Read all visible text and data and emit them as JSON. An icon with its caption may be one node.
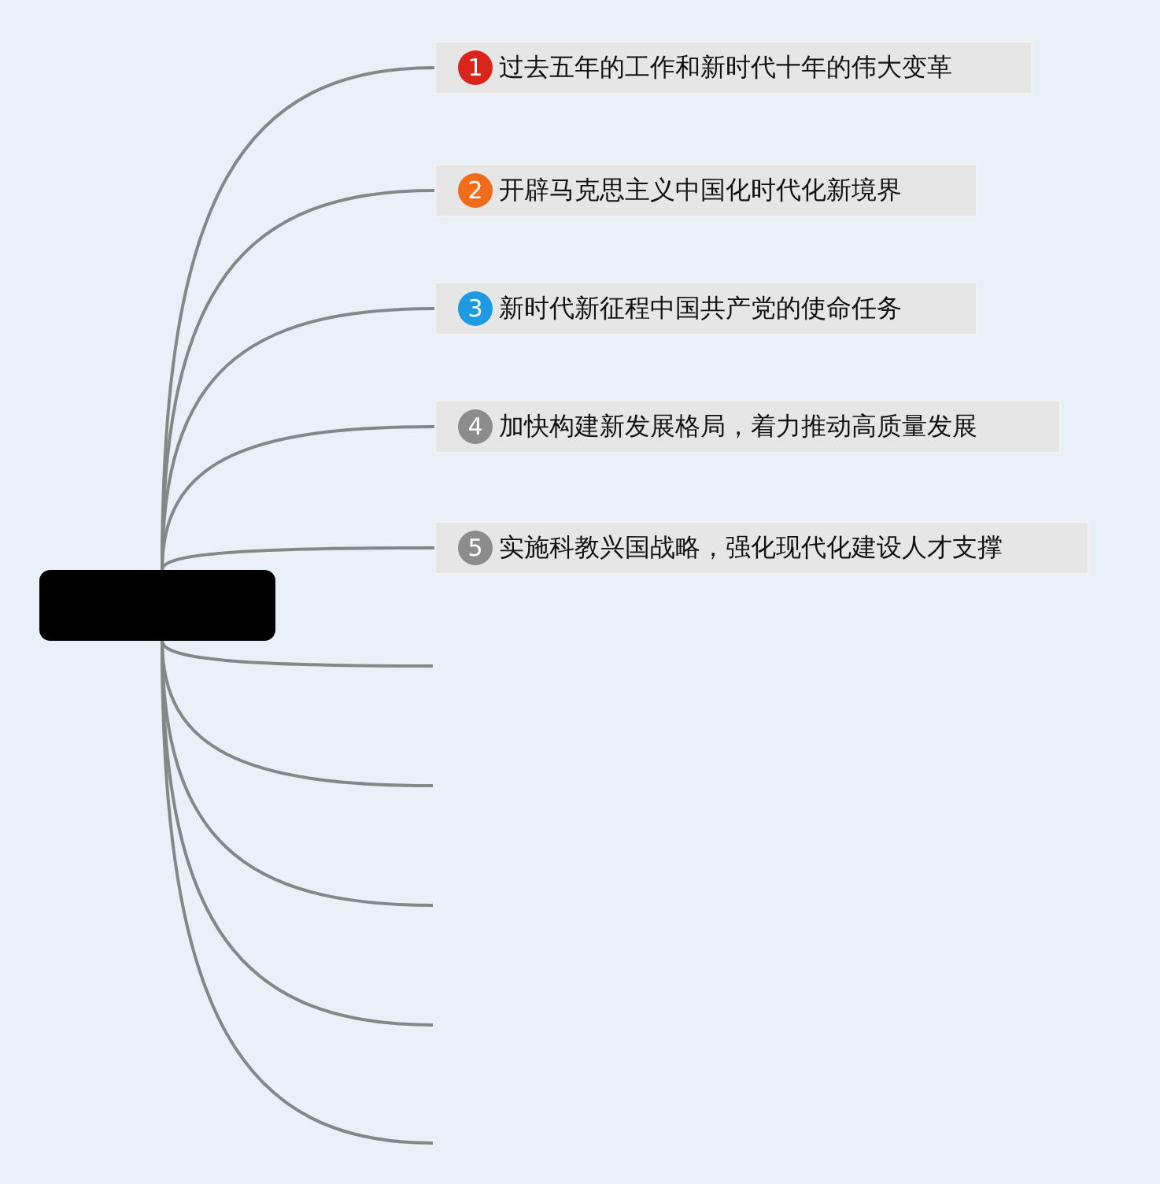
{
  "diagram": {
    "nodes": [
      {
        "text": [],
        "shape": "box"
      },
      {
        "text": [
          "1",
          "过去五年的工作和新时代十年的伟大变革"
        ]
      },
      {
        "text": [
          "2",
          "开辟马克思主义中国化时代化新境界"
        ]
      },
      {
        "text": [
          "3",
          "新时代新征程中国共产党的使命任务"
        ]
      },
      {
        "text": [
          "4",
          "加快构建新发展格局，着力推动高质量发展"
        ]
      },
      {
        "text": [
          "5",
          "实施科教兴国战略，强化现代化建设人才支撑"
        ]
      }
    ],
    "edges": [
      {
        "from": 0,
        "to": 1,
        "arrow": "none"
      },
      {
        "from": 0,
        "to": 2,
        "arrow": "none"
      },
      {
        "from": 0,
        "to": 3,
        "arrow": "none"
      },
      {
        "from": 0,
        "to": 4,
        "arrow": "none"
      },
      {
        "from": 0,
        "to": 5,
        "arrow": "none"
      },
      {
        "from": 0,
        "to": null,
        "arrow": "none"
      },
      {
        "from": 0,
        "to": null,
        "arrow": "none"
      },
      {
        "from": 0,
        "to": null,
        "arrow": "none"
      },
      {
        "from": 0,
        "to": null,
        "arrow": "none"
      },
      {
        "from": 0,
        "to": null,
        "arrow": "none"
      }
    ]
  }
}
